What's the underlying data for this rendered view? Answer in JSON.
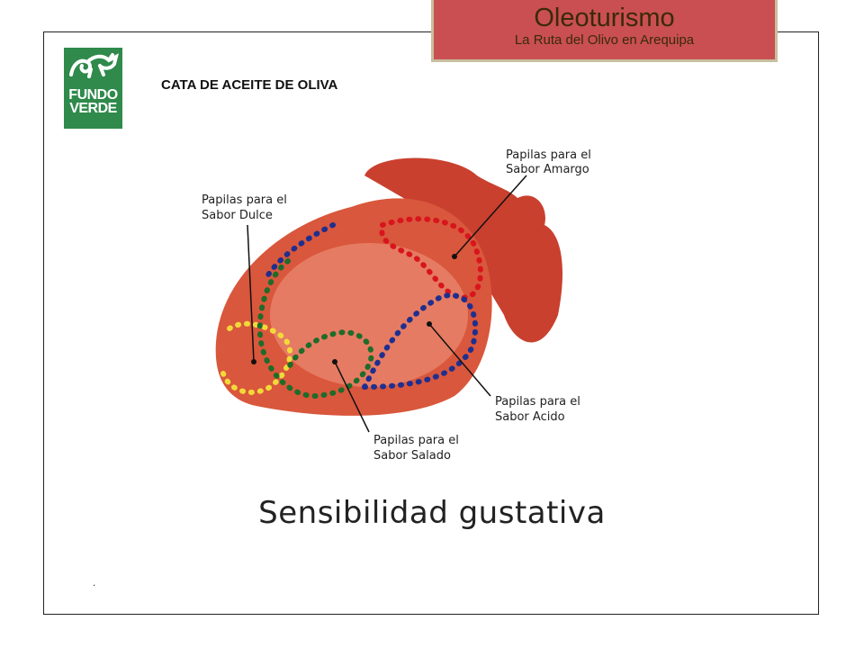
{
  "header": {
    "title": "Oleoturismo",
    "subtitle": "La Ruta del Olivo en Arequipa"
  },
  "logo": {
    "line1": "FUNDO",
    "line2": "VERDE",
    "color": "#2f8a4b"
  },
  "section_title": "CATA DE ACEITE DE OLIVA",
  "figure": {
    "labels": {
      "amargo_1": "Papilas para el",
      "amargo_2": "Sabor Amargo",
      "dulce_1": "Papilas para el",
      "dulce_2": "Sabor Dulce",
      "acido_1": "Papilas para el",
      "acido_2": "Sabor Acido",
      "salado_1": "Papilas para el",
      "salado_2": "Sabor Salado"
    },
    "colors": {
      "tongue": "#d9573c",
      "amargo": "#d8151c",
      "dulce": "#f2d93a",
      "acido": "#1e2f8f",
      "salado": "#1f6b2a"
    }
  },
  "caption": "Sensibilidad gustativa",
  "footer_mark": "."
}
